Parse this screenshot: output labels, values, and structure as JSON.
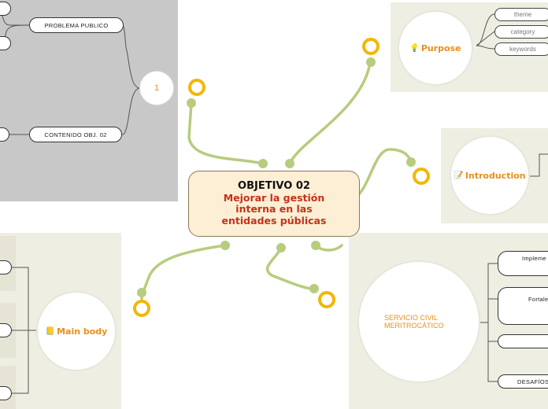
{
  "central": {
    "line1": "OBJETIVO 02",
    "line2": "Mejorar la gestión",
    "line3": "interna en las",
    "line4": "entidades públicas"
  },
  "topleft": {
    "node_number": "1",
    "pill1": "PROBLEMA PUBLICO",
    "pill2": "CONTENIDO OBJ. 02"
  },
  "purpose": {
    "icon": "lightbulb-icon",
    "label": "Purpose",
    "keywords": [
      "theme",
      "category",
      "keywords"
    ]
  },
  "introduction": {
    "icon": "memo-icon",
    "label": "Introduction"
  },
  "main_body": {
    "icon": "notebook-icon",
    "label": "Main body"
  },
  "servicio": {
    "label_line1": "SERVICIO CIVIL",
    "label_line2": "MERITROCÁTICO",
    "branch1": "Impleme",
    "branch2": "Fortale",
    "branch4": "DESAFÍOS"
  },
  "colors": {
    "connector": "#b7cc7e",
    "ring": "#f2b705",
    "accent": "#e8901a",
    "panel_gray": "#c8c8c8",
    "panel_beige": "#efeee2"
  }
}
